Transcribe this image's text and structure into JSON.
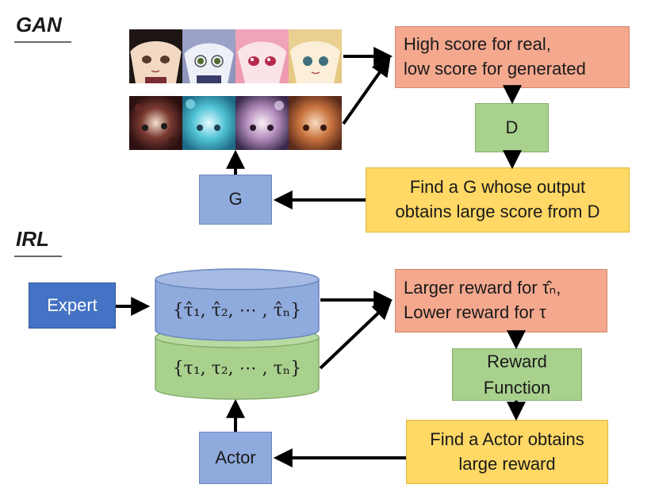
{
  "gan": {
    "title": "GAN",
    "real_images": [
      "anime-face-real-1",
      "anime-face-real-2",
      "anime-face-real-3",
      "anime-face-real-4"
    ],
    "generated_images": [
      "anime-face-generated-1",
      "anime-face-generated-2",
      "anime-face-generated-3",
      "anime-face-generated-4"
    ],
    "score_box": {
      "line1": "High score for real,",
      "line2": "low score for generated"
    },
    "d_box": "D",
    "find_box": {
      "line1": "Find a G whose output",
      "line2": "obtains large score from D"
    },
    "g_box": "G",
    "colors": {
      "red": "#f4a88e",
      "green": "#a9d18e",
      "yellow": "#ffd865",
      "blue": "#8faadc"
    }
  },
  "irl": {
    "title": "IRL",
    "expert_box": "Expert",
    "expert_set": "{τ̂₁, τ̂₂, ⋯ , τ̂ₙ}",
    "actor_set": "{τ₁, τ₂, ⋯ , τₙ}",
    "reward_box": {
      "line1": "Larger reward for τ̂ₙ,",
      "line2": "Lower reward for τ"
    },
    "reward_function_box": {
      "line1": "Reward",
      "line2": "Function"
    },
    "find_box": {
      "line1": "Find a Actor obtains",
      "line2": "large reward"
    },
    "actor_box": "Actor",
    "colors": {
      "expert": "#4472c4",
      "expert_cylinder": "#8faadc",
      "actor_cylinder": "#a9d18e"
    }
  }
}
